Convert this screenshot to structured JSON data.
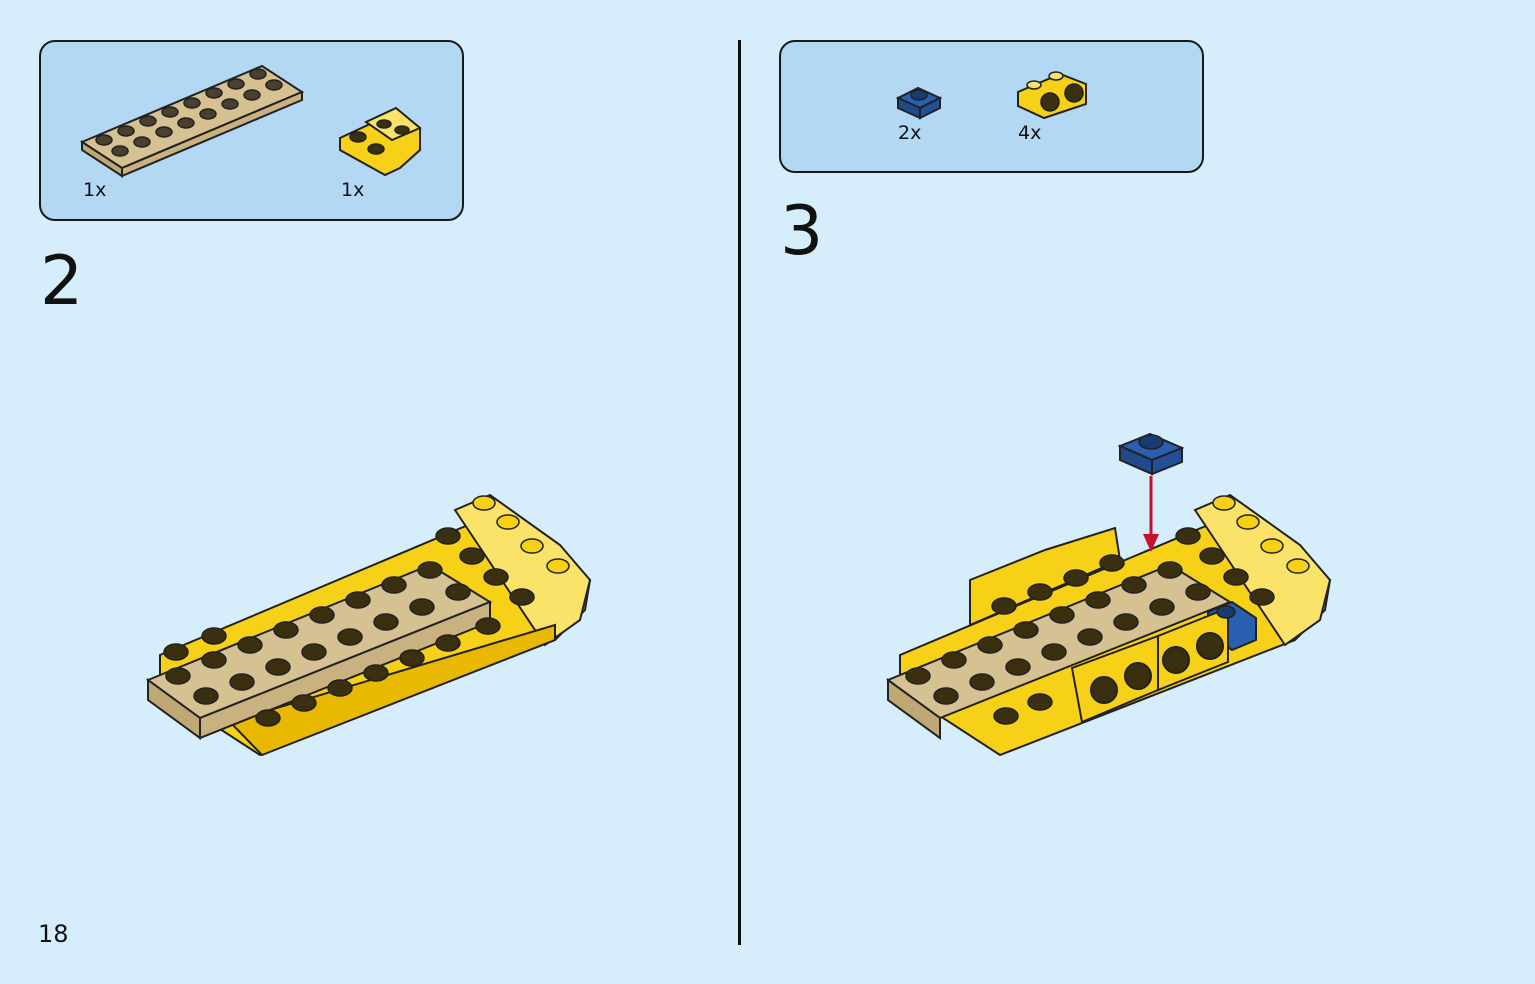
{
  "page": {
    "number": "18"
  },
  "steps": [
    {
      "number": "2",
      "parts": [
        {
          "qty": "1x",
          "name": "tan-plate-2x8",
          "color": "#d6c193"
        },
        {
          "qty": "1x",
          "name": "yellow-curved-slope",
          "color": "#f7d117"
        }
      ]
    },
    {
      "number": "3",
      "parts": [
        {
          "qty": "2x",
          "name": "blue-plate-1x1",
          "color": "#2a5fb0"
        },
        {
          "qty": "4x",
          "name": "yellow-bracket-1x2",
          "color": "#f7d117"
        }
      ]
    }
  ],
  "colors": {
    "background": "#d6edfb",
    "parts_box": "#b3d8f4",
    "yellow": "#f7d117",
    "tan": "#d6c193",
    "blue": "#2a5fb0",
    "arrow": "#c8102e"
  }
}
